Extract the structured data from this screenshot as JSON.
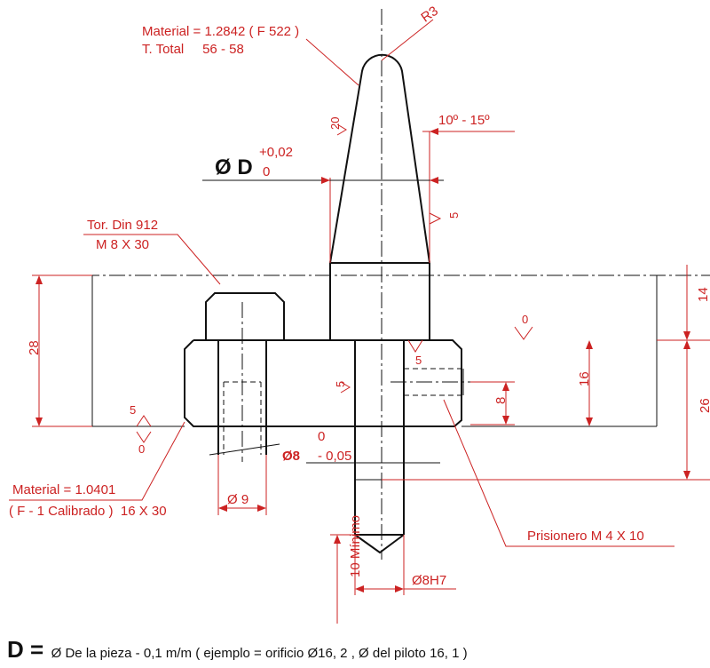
{
  "labels": {
    "material_top": "Material = 1.2842 ( F 522 )",
    "total_top": "T. Total     56 - 58",
    "radius": "R3",
    "angle": "10º - 15º",
    "dia_d_main": "Ø D",
    "dia_d_upper": "+0,02",
    "dia_d_lower": "0",
    "screw_line1": "Tor. Din 912",
    "screw_line2": "M 8 X 30",
    "dim_28": "28",
    "dim_14": "14",
    "dim_16": "16",
    "dim_8": "8",
    "dim_26": "26",
    "dia8_main": "Ø8",
    "dia8_upper": "0",
    "dia8_lower": "- 0,05",
    "material_base1": "Material = 1.0401",
    "material_base2": "( F - 1 Calibrado )  16 X 30",
    "dia9": "Ø 9",
    "setscrew": "Prisionero M 4 X 10",
    "min10": "10 Mínimo",
    "dia8h7": "Ø8H7",
    "rough_20": "20",
    "rough_5a": "5",
    "rough_5b": "5",
    "rough_5c": "5",
    "rough_5d": "5",
    "rough_0a": "0",
    "rough_0b": "0"
  },
  "footnote": {
    "symbol": "D =",
    "text": "Ø De la pieza - 0,1 m/m ( ejemplo = orificio Ø16, 2   ,   Ø del piloto 16, 1 )"
  },
  "colors": {
    "annotation": "#cc2222",
    "geometry": "#111111"
  }
}
